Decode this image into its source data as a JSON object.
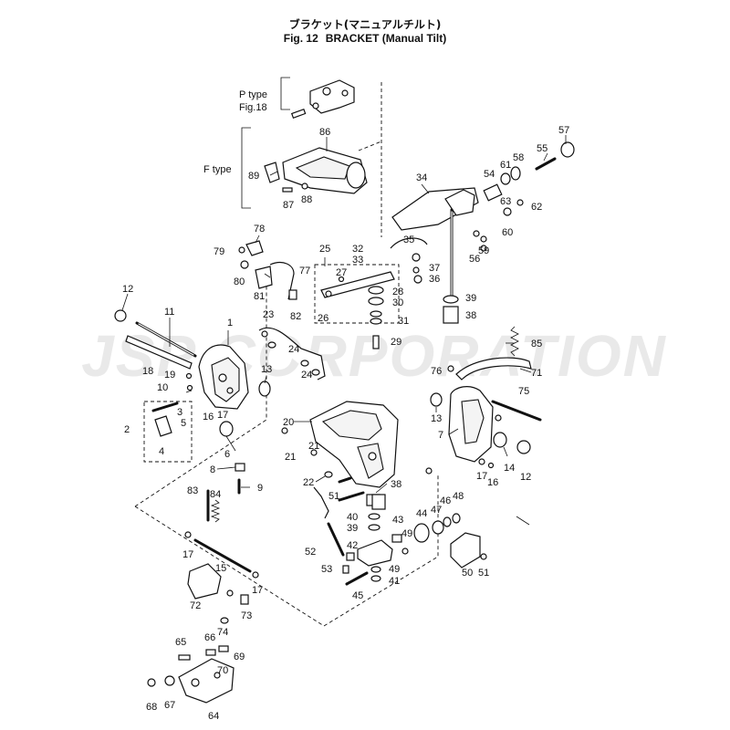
{
  "title": {
    "japanese": "ブラケット(マニュアルチルト)",
    "figure": "Fig. 12",
    "name": "BRACKET (Manual Tilt)"
  },
  "watermark": "JSP CORPORATION",
  "group_labels": {
    "p_type": "P type",
    "p_type_ref": "Fig.18",
    "f_type": "F type"
  },
  "part_numbers": [
    "1",
    "2",
    "3",
    "4",
    "5",
    "6",
    "7",
    "8",
    "9",
    "10",
    "11",
    "12",
    "13",
    "14",
    "15",
    "16",
    "17",
    "18",
    "19",
    "20",
    "21",
    "22",
    "23",
    "24",
    "25",
    "26",
    "27",
    "28",
    "29",
    "30",
    "31",
    "32",
    "33",
    "34",
    "35",
    "36",
    "37",
    "38",
    "39",
    "40",
    "41",
    "42",
    "43",
    "44",
    "45",
    "46",
    "47",
    "48",
    "49",
    "50",
    "51",
    "52",
    "53",
    "54",
    "55",
    "56",
    "57",
    "58",
    "59",
    "60",
    "61",
    "62",
    "63",
    "64",
    "65",
    "66",
    "67",
    "68",
    "69",
    "70",
    "71",
    "72",
    "73",
    "74",
    "75",
    "76",
    "77",
    "78",
    "79",
    "80",
    "81",
    "82",
    "83",
    "84",
    "85",
    "86",
    "87",
    "88",
    "89"
  ],
  "callouts": [
    {
      "id": "c86",
      "text": "86"
    },
    {
      "id": "c89",
      "text": "89"
    },
    {
      "id": "c87",
      "text": "87"
    },
    {
      "id": "c88",
      "text": "88"
    },
    {
      "id": "c57",
      "text": "57"
    },
    {
      "id": "c55",
      "text": "55"
    },
    {
      "id": "c61",
      "text": "61"
    },
    {
      "id": "c58",
      "text": "58"
    },
    {
      "id": "c54",
      "text": "54"
    },
    {
      "id": "c34",
      "text": "34"
    },
    {
      "id": "c63",
      "text": "63"
    },
    {
      "id": "c62",
      "text": "62"
    },
    {
      "id": "c60",
      "text": "60"
    },
    {
      "id": "c59",
      "text": "59"
    },
    {
      "id": "c56",
      "text": "56"
    },
    {
      "id": "c78",
      "text": "78"
    },
    {
      "id": "c79",
      "text": "79"
    },
    {
      "id": "c25",
      "text": "25"
    },
    {
      "id": "c32",
      "text": "32"
    },
    {
      "id": "c35",
      "text": "35"
    },
    {
      "id": "c33",
      "text": "33"
    },
    {
      "id": "c37",
      "text": "37"
    },
    {
      "id": "c36",
      "text": "36"
    },
    {
      "id": "c77",
      "text": "77"
    },
    {
      "id": "c27",
      "text": "27"
    },
    {
      "id": "c80",
      "text": "80"
    },
    {
      "id": "c81",
      "text": "81"
    },
    {
      "id": "c82",
      "text": "82"
    },
    {
      "id": "c28",
      "text": "28"
    },
    {
      "id": "c30",
      "text": "30"
    },
    {
      "id": "c26",
      "text": "26"
    },
    {
      "id": "c31",
      "text": "31"
    },
    {
      "id": "c39a",
      "text": "39"
    },
    {
      "id": "c38a",
      "text": "38"
    },
    {
      "id": "c12a",
      "text": "12"
    },
    {
      "id": "c11",
      "text": "11"
    },
    {
      "id": "c1",
      "text": "1"
    },
    {
      "id": "c23",
      "text": "23"
    },
    {
      "id": "c24a",
      "text": "24"
    },
    {
      "id": "c24b",
      "text": "24"
    },
    {
      "id": "c29",
      "text": "29"
    },
    {
      "id": "c85",
      "text": "85"
    },
    {
      "id": "c18",
      "text": "18"
    },
    {
      "id": "c19",
      "text": "19"
    },
    {
      "id": "c13a",
      "text": "13"
    },
    {
      "id": "c76",
      "text": "76"
    },
    {
      "id": "c71",
      "text": "71"
    },
    {
      "id": "c10",
      "text": "10"
    },
    {
      "id": "c75",
      "text": "75"
    },
    {
      "id": "c3",
      "text": "3"
    },
    {
      "id": "c16",
      "text": "16"
    },
    {
      "id": "c17a",
      "text": "17"
    },
    {
      "id": "c20",
      "text": "20"
    },
    {
      "id": "c13b",
      "text": "13"
    },
    {
      "id": "c2",
      "text": "2"
    },
    {
      "id": "c5",
      "text": "5"
    },
    {
      "id": "c7",
      "text": "7"
    },
    {
      "id": "c4",
      "text": "4"
    },
    {
      "id": "c6",
      "text": "6"
    },
    {
      "id": "c21a",
      "text": "21"
    },
    {
      "id": "c21b",
      "text": "21"
    },
    {
      "id": "c14",
      "text": "14"
    },
    {
      "id": "c8",
      "text": "8"
    },
    {
      "id": "c17b",
      "text": "17"
    },
    {
      "id": "c16b",
      "text": "16"
    },
    {
      "id": "c12b",
      "text": "12"
    },
    {
      "id": "c9",
      "text": "9"
    },
    {
      "id": "c22",
      "text": "22"
    },
    {
      "id": "c38b",
      "text": "38"
    },
    {
      "id": "c83",
      "text": "83"
    },
    {
      "id": "c84",
      "text": "84"
    },
    {
      "id": "c51a",
      "text": "51"
    },
    {
      "id": "c48",
      "text": "48"
    },
    {
      "id": "c46",
      "text": "46"
    },
    {
      "id": "c47",
      "text": "47"
    },
    {
      "id": "c44",
      "text": "44"
    },
    {
      "id": "c40",
      "text": "40"
    },
    {
      "id": "c39b",
      "text": "39"
    },
    {
      "id": "c43",
      "text": "43"
    },
    {
      "id": "c49a",
      "text": "49"
    },
    {
      "id": "c17c",
      "text": "17"
    },
    {
      "id": "c42",
      "text": "42"
    },
    {
      "id": "c15",
      "text": "15"
    },
    {
      "id": "c52",
      "text": "52"
    },
    {
      "id": "c53",
      "text": "53"
    },
    {
      "id": "c49b",
      "text": "49"
    },
    {
      "id": "c41",
      "text": "41"
    },
    {
      "id": "c50",
      "text": "50"
    },
    {
      "id": "c51b",
      "text": "51"
    },
    {
      "id": "c17d",
      "text": "17"
    },
    {
      "id": "c45",
      "text": "45"
    },
    {
      "id": "c72",
      "text": "72"
    },
    {
      "id": "c73",
      "text": "73"
    },
    {
      "id": "c74",
      "text": "74"
    },
    {
      "id": "c65",
      "text": "65"
    },
    {
      "id": "c66",
      "text": "66"
    },
    {
      "id": "c69",
      "text": "69"
    },
    {
      "id": "c70",
      "text": "70"
    },
    {
      "id": "c68",
      "text": "68"
    },
    {
      "id": "c67",
      "text": "67"
    },
    {
      "id": "c64",
      "text": "64"
    }
  ]
}
